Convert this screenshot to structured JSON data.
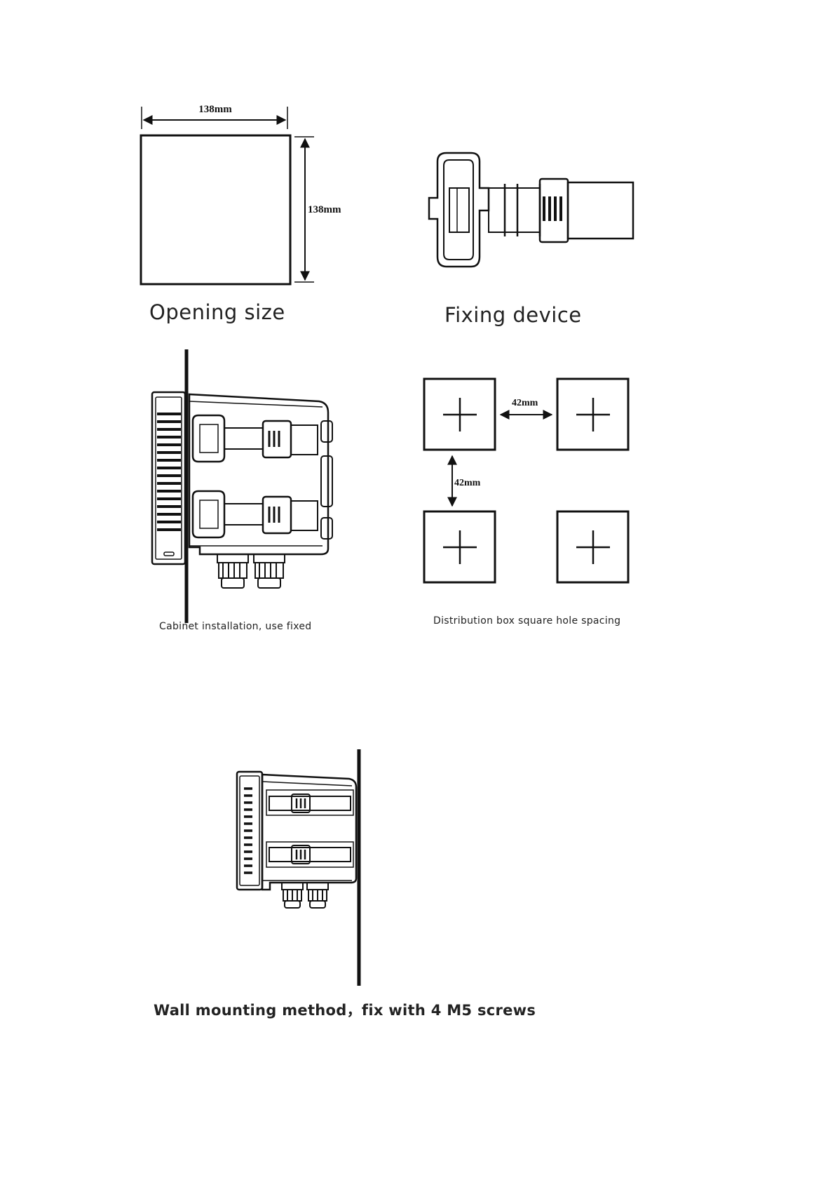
{
  "opening_size": {
    "caption": "Opening size",
    "width_label": "138mm",
    "height_label": "138mm"
  },
  "fixing_device": {
    "caption": "Fixing device"
  },
  "cabinet_installation": {
    "caption": "Cabinet installation, use fixed"
  },
  "hole_spacing": {
    "caption": "Distribution box square hole spacing",
    "horizontal_label": "42mm",
    "vertical_label": "42mm"
  },
  "wall_mounting": {
    "caption": "Wall mounting method，fix with 4 M5 screws"
  }
}
